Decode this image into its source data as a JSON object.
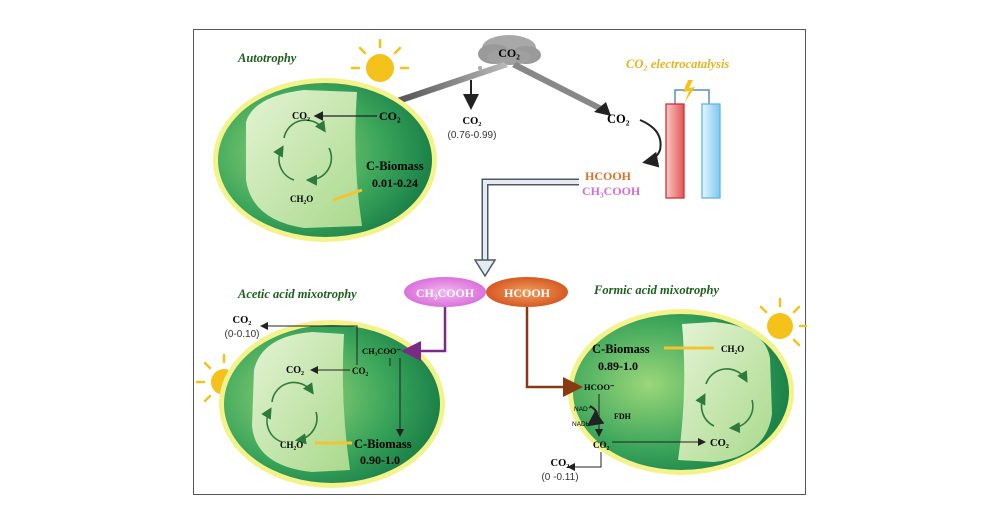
{
  "titles": {
    "autotrophy": "Autotrophy",
    "electrocatalysis": "CO₂ electrocatalysis",
    "acetic": "Acetic acid mixotrophy",
    "formic": "Formic acid mixotrophy"
  },
  "cloud": {
    "label": "CO₂"
  },
  "top_release": {
    "label": "CO₂",
    "range": "(0.76-0.99)"
  },
  "autotrophy_cell": {
    "co2_in": "CO₂",
    "co2_inner": "CO₂",
    "ch2o": "CH₂O",
    "biomass_label": "C-Biomass",
    "biomass_range": "0.01-0.24"
  },
  "electro": {
    "co2": "CO₂",
    "hcooh": "HCOOH",
    "ch3cooh": "CH₃COOH"
  },
  "pills": {
    "acetate": "CH₃COOH",
    "formate": "HCOOH"
  },
  "acetic_cell": {
    "release_label": "CO₂",
    "release_range": "(0-0.10)",
    "acetate_ion": "CH₃COO⁻",
    "co2_mid": "CO₂",
    "co2_inner": "CO₂",
    "ch2o": "CH₂O",
    "biomass_label": "C-Biomass",
    "biomass_range": "0.90-1.0"
  },
  "formic_cell": {
    "biomass_label": "C-Biomass",
    "biomass_range": "0.89-1.0",
    "ch2o": "CH₂O",
    "formate_ion": "HCOO⁻",
    "nad": "NAD⁺",
    "nadh": "NADH",
    "enzyme": "FDH",
    "co2_mid": "CO₂",
    "co2_right": "CO₂",
    "release_label": "CO₂",
    "release_range": "(0 -0.11)"
  },
  "colors": {
    "cell_dark": "#1f8a4c",
    "cell_light": "#8ccf6a",
    "chloroplast": "#cde9b3",
    "halo": "#f4f28a",
    "sun": "#f5c21b",
    "hcooh": "#e0712a",
    "ch3cooh": "#d070d6",
    "title_green": "#1d5e1d",
    "title_yellow": "#e6b21e"
  }
}
